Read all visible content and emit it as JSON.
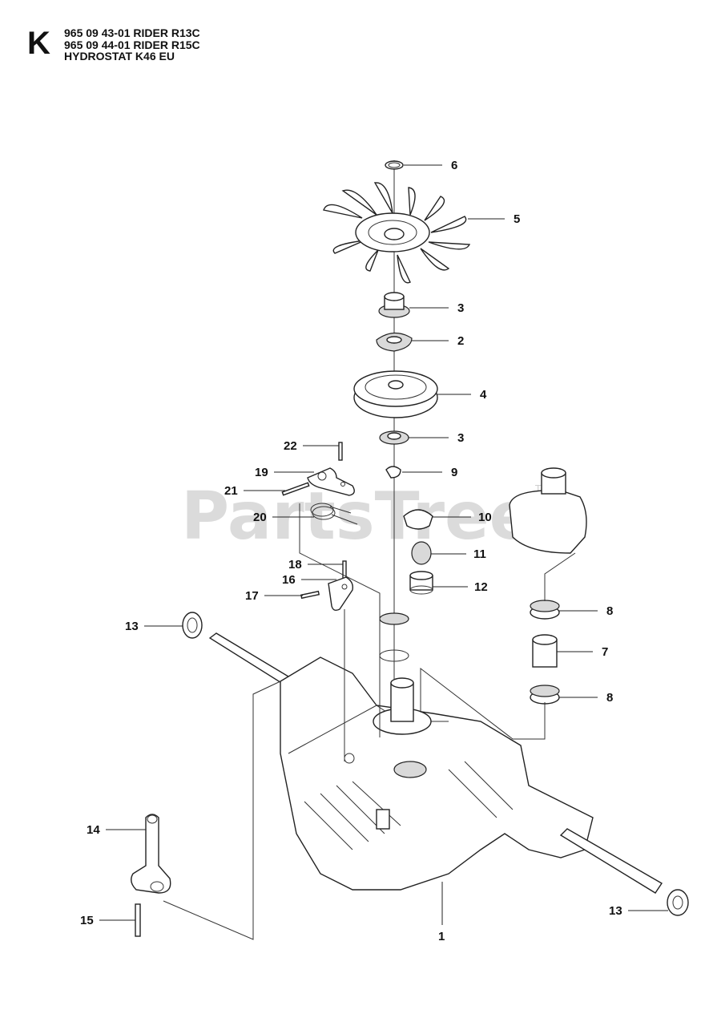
{
  "header": {
    "section_letter": "K",
    "lines": [
      "965 09 43-01 RIDER R13C",
      "965 09 44-01 RIDER R15C",
      "HYDROSTAT K46 EU"
    ]
  },
  "watermark": {
    "text": "PartsTree",
    "trademark": "TM"
  },
  "callouts": [
    "6",
    "5",
    "3",
    "2",
    "4",
    "3",
    "22",
    "19",
    "9",
    "21",
    "20",
    "10",
    "11",
    "18",
    "16",
    "12",
    "17",
    "13",
    "8",
    "7",
    "8",
    "14",
    "13",
    "15",
    "1"
  ]
}
